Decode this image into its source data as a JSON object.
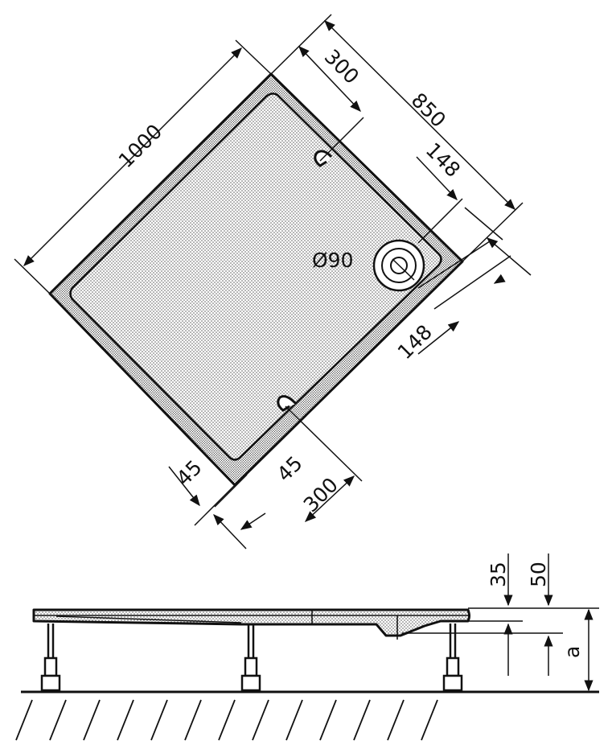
{
  "dimensions": {
    "length": "1000",
    "side": "850",
    "overflow_offset": "300",
    "drain_offset_top": "148",
    "drain_offset_bottom": "148",
    "drain_diameter": "Ø90",
    "corner_left": "45",
    "corner_right": "45",
    "overflow_offset_bottom": "300",
    "rim_height": "35",
    "total_height": "50",
    "adjustable_height": "a"
  },
  "colors": {
    "ink": "#111111",
    "fill": "#d8d8d8",
    "background": "#ffffff"
  }
}
